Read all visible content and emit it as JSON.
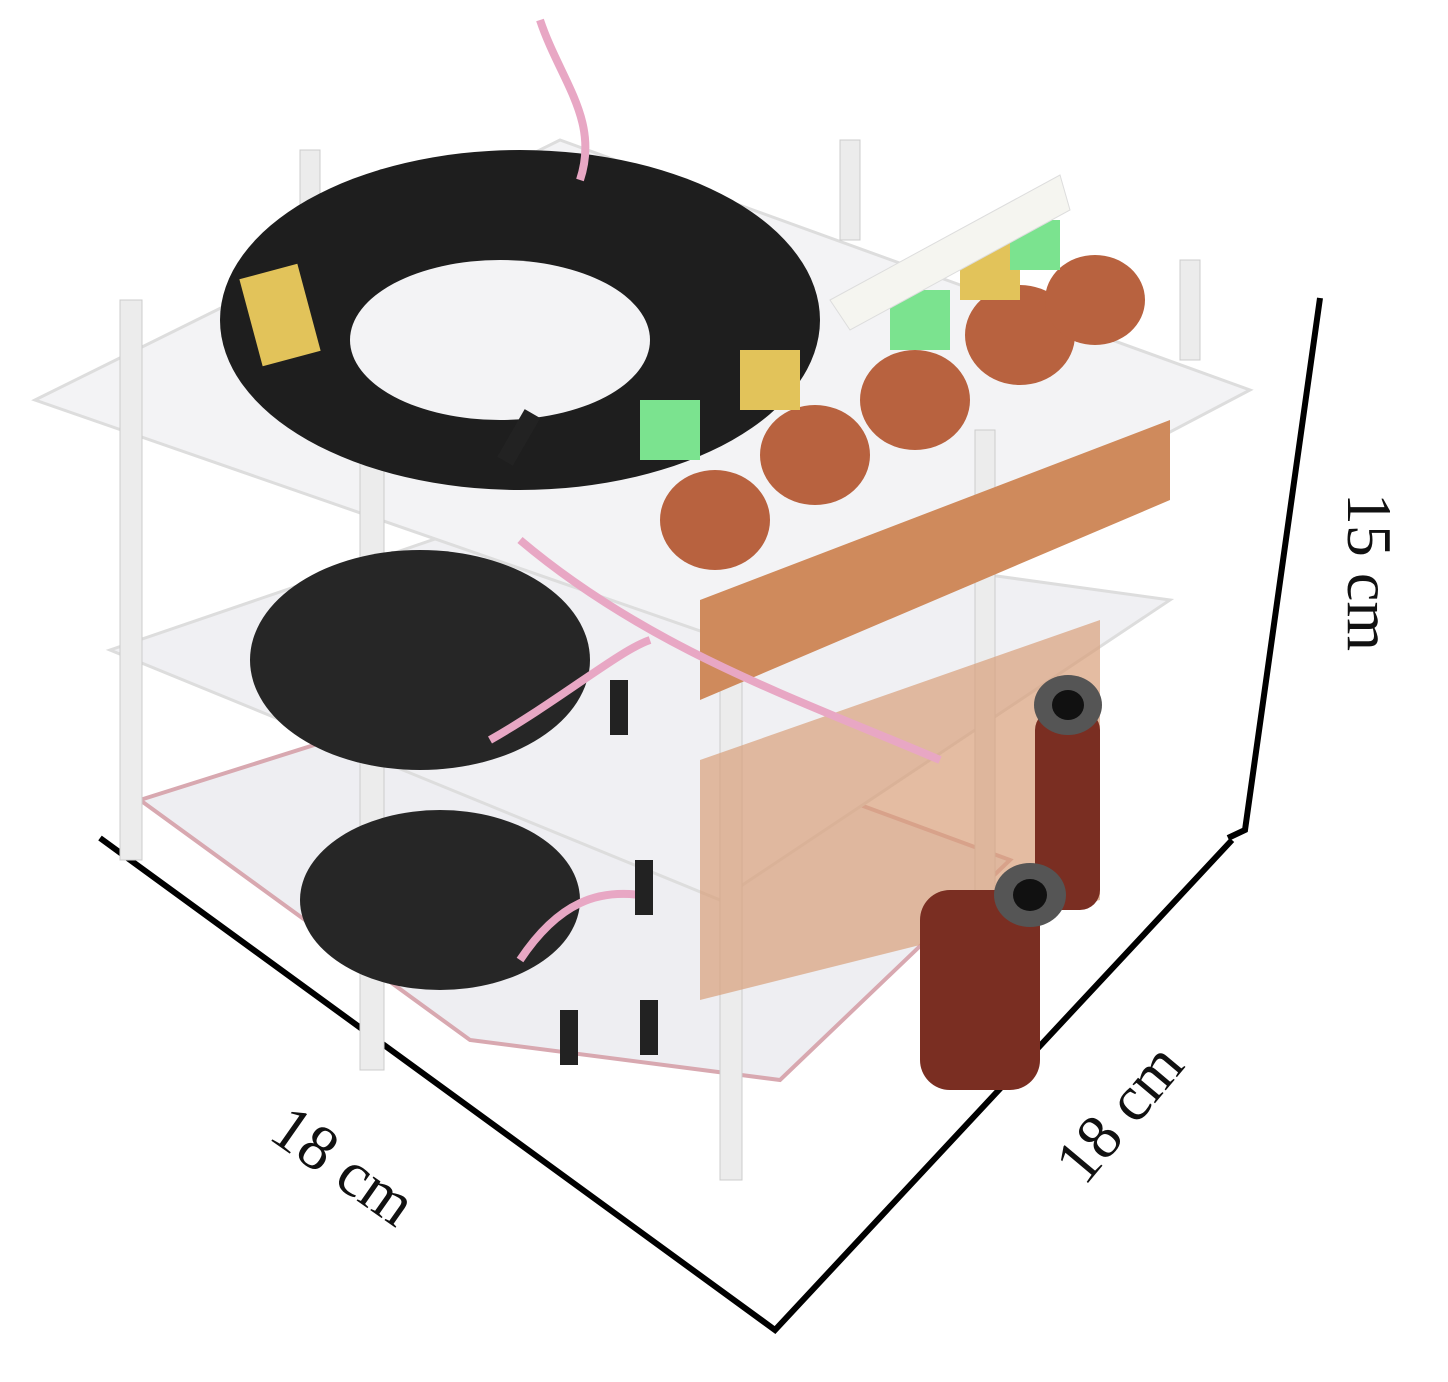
{
  "figure": {
    "subject": "stacked three-layer power electronics prototype",
    "dimensions": {
      "height_label": "15 cm",
      "width_left_label": "18 cm",
      "width_right_label": "18 cm"
    },
    "colors": {
      "board": "#f2f2f4",
      "toroid": "#1e1e1e",
      "capacitor": "#b8623f",
      "copper": "#cf8a5c",
      "wire_pink": "#e8a7c4",
      "green": "#7be38f",
      "yellow_tape": "#e2c35a"
    }
  }
}
